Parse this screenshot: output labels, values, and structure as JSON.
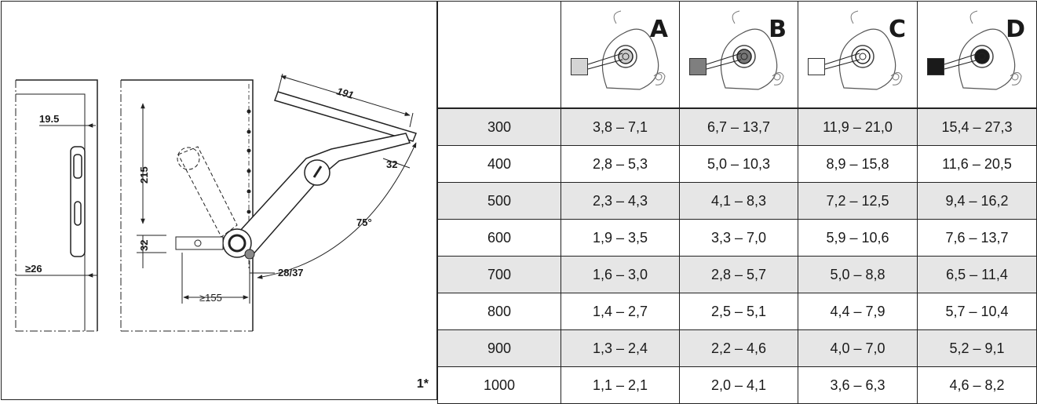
{
  "drawing": {
    "figure_number": "1*",
    "dimensions": {
      "d191": "191",
      "d215": "215",
      "d32_side": "32",
      "d32_angle": "32",
      "d75": "75°",
      "d19_5": "19.5",
      "d26": "≥26",
      "d2837": "28/37",
      "d155": "≥155"
    }
  },
  "table": {
    "columns": [
      {
        "letter": "A",
        "color": "#d4d4d4"
      },
      {
        "letter": "B",
        "color": "#7f7f7f"
      },
      {
        "letter": "C",
        "color": "#ffffff"
      },
      {
        "letter": "D",
        "color": "#1a1a1a"
      }
    ],
    "rows": [
      {
        "size": "300",
        "a": "3,8 – 7,1",
        "b": "6,7 – 13,7",
        "c": "11,9 – 21,0",
        "d": "15,4 – 27,3"
      },
      {
        "size": "400",
        "a": "2,8 – 5,3",
        "b": "5,0 – 10,3",
        "c": "8,9 – 15,8",
        "d": "11,6 – 20,5"
      },
      {
        "size": "500",
        "a": "2,3 – 4,3",
        "b": "4,1 – 8,3",
        "c": "7,2 – 12,5",
        "d": "9,4 – 16,2"
      },
      {
        "size": "600",
        "a": "1,9 – 3,5",
        "b": "3,3 – 7,0",
        "c": "5,9 – 10,6",
        "d": "7,6 – 13,7"
      },
      {
        "size": "700",
        "a": "1,6 – 3,0",
        "b": "2,8 – 5,7",
        "c": "5,0 – 8,8",
        "d": "6,5 – 11,4"
      },
      {
        "size": "800",
        "a": "1,4 – 2,7",
        "b": "2,5 – 5,1",
        "c": "4,4 – 7,9",
        "d": "5,7 – 10,4"
      },
      {
        "size": "900",
        "a": "1,3 – 2,4",
        "b": "2,2 – 4,6",
        "c": "4,0 – 7,0",
        "d": "5,2 – 9,1"
      },
      {
        "size": "1000",
        "a": "1,1 – 2,1",
        "b": "2,0 – 4,1",
        "c": "3,6 – 6,3",
        "d": "4,6 – 8,2"
      }
    ]
  }
}
